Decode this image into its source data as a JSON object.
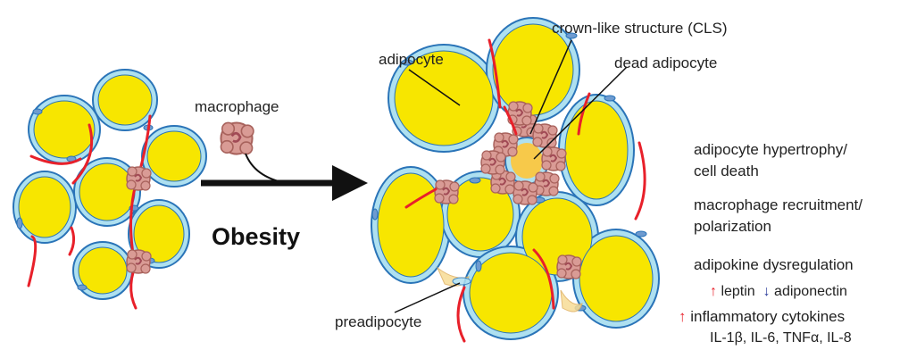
{
  "labels": {
    "macrophage": "macrophage",
    "obesity": "Obesity",
    "crown_like_structure": "crown-like structure (CLS)",
    "adipocyte": "adipocyte",
    "dead_adipocyte": "dead adipocyte",
    "preadipocyte": "preadipocyte"
  },
  "effects": {
    "hypertrophy_line1": "adipocyte hypertrophy/",
    "hypertrophy_line2": "cell death",
    "recruitment_line1": "macrophage recruitment/",
    "recruitment_line2": "polarization",
    "dysregulation": "adipokine dysregulation",
    "leptin": "leptin",
    "adiponectin": "adiponectin",
    "inflammatory": "inflammatory cytokines",
    "cytokine_list": "IL-1β, IL-6, TNFα, IL-8"
  },
  "arrows": {
    "up": "↑",
    "down": "↓"
  },
  "colors": {
    "adipocyte_fill": "#f7e600",
    "membrane": "#aee0f0",
    "membrane_stroke": "#2a74b8",
    "macrophage_fill": "#d99b95",
    "vessel": "#e8202a",
    "up_arrow": "#e8202a",
    "down_arrow": "#2a3a9a",
    "preadipocyte_fill": "#f7dc96"
  }
}
